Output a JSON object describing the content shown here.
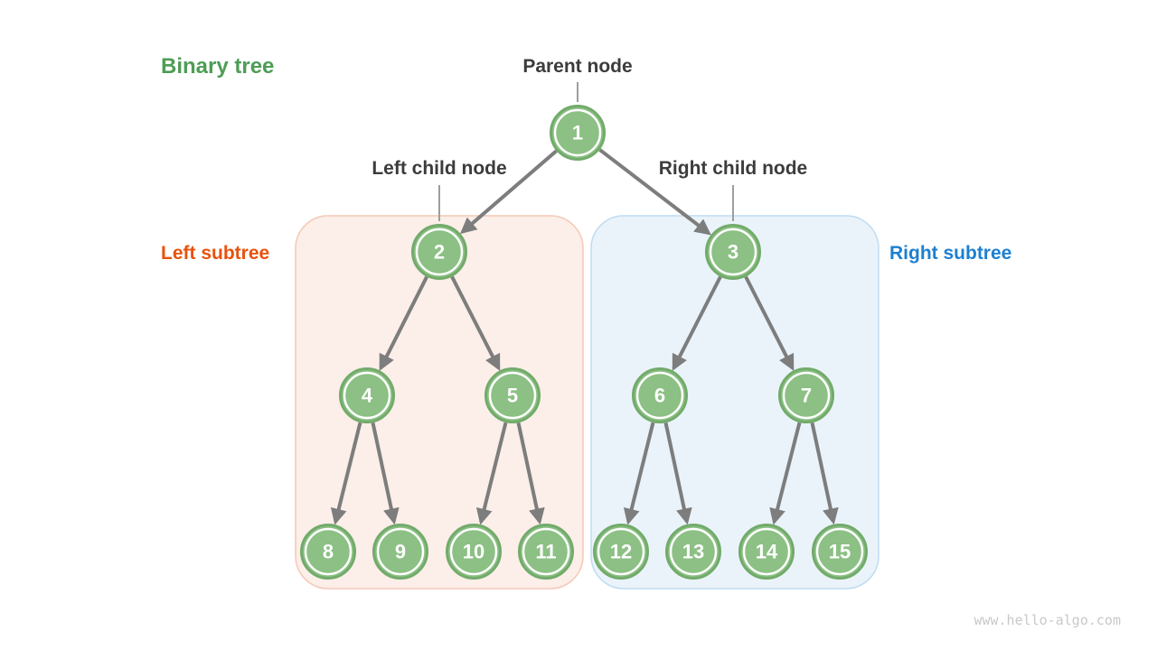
{
  "title": {
    "text": "Binary tree",
    "color": "#4E9D55"
  },
  "annotations": {
    "parent_node": "Parent node",
    "left_child_node": "Left child node",
    "right_child_node": "Right child node"
  },
  "subtrees": {
    "left": {
      "label": "Left subtree",
      "label_color": "#E8520D",
      "box_fill": "#FCEEE8",
      "box_border": "#F4C9B6"
    },
    "right": {
      "label": "Right subtree",
      "label_color": "#1C7FD1",
      "box_fill": "#EAF3FA",
      "box_border": "#BFDCF2"
    }
  },
  "tree": {
    "node_fill": "#8CC084",
    "node_ring_stroke": "#72AB6B",
    "node_text_color": "#FFFFFF",
    "edge_color": "#7D7D7D",
    "nodes": [
      {
        "value": "1"
      },
      {
        "value": "2"
      },
      {
        "value": "3"
      },
      {
        "value": "4"
      },
      {
        "value": "5"
      },
      {
        "value": "6"
      },
      {
        "value": "7"
      },
      {
        "value": "8"
      },
      {
        "value": "9"
      },
      {
        "value": "10"
      },
      {
        "value": "11"
      },
      {
        "value": "12"
      },
      {
        "value": "13"
      },
      {
        "value": "14"
      },
      {
        "value": "15"
      }
    ],
    "edges": [
      [
        "1",
        "2"
      ],
      [
        "1",
        "3"
      ],
      [
        "2",
        "4"
      ],
      [
        "2",
        "5"
      ],
      [
        "3",
        "6"
      ],
      [
        "3",
        "7"
      ],
      [
        "4",
        "8"
      ],
      [
        "4",
        "9"
      ],
      [
        "5",
        "10"
      ],
      [
        "5",
        "11"
      ],
      [
        "6",
        "12"
      ],
      [
        "6",
        "13"
      ],
      [
        "7",
        "14"
      ],
      [
        "7",
        "15"
      ]
    ]
  },
  "watermark": {
    "text": "www.hello-algo.com",
    "color": "#C9C9C9"
  }
}
